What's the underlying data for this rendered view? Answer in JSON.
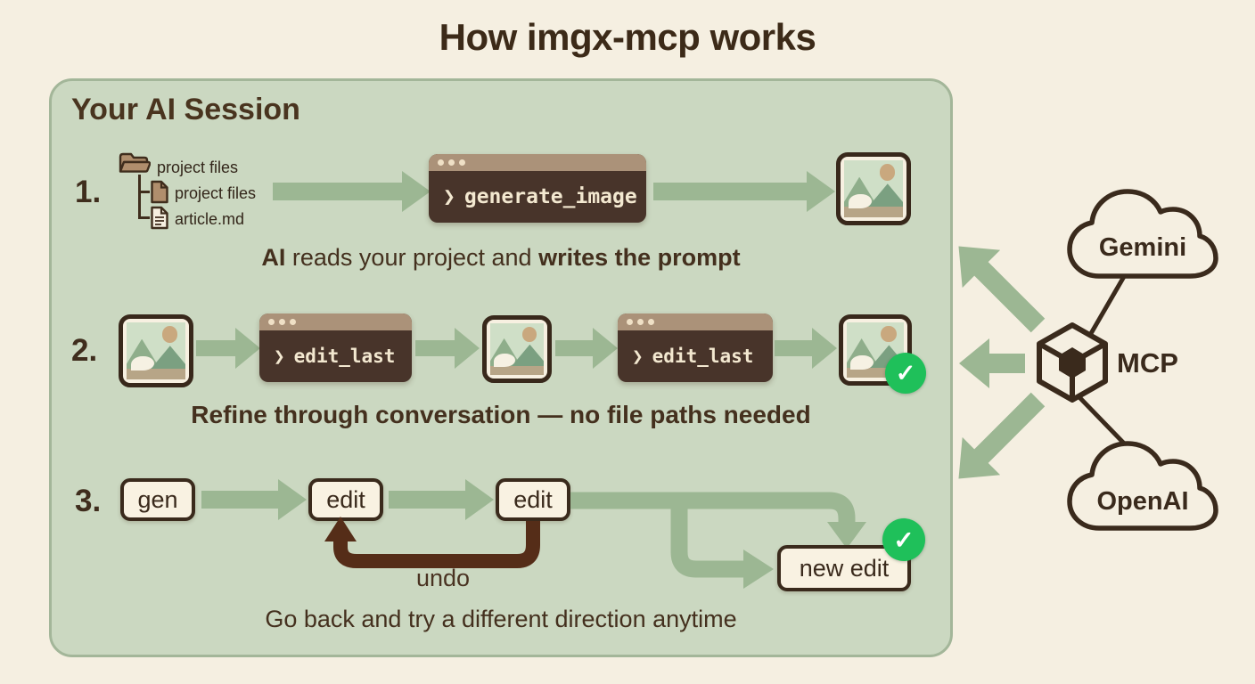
{
  "title": "How imgx-mcp works",
  "session": {
    "heading": "Your AI Session",
    "step1": {
      "number": "1.",
      "tree": {
        "folder": "project files",
        "file": "project files",
        "doc": "article.md"
      },
      "terminal": {
        "prompt": "❯",
        "command": "generate_image"
      },
      "caption_a": "AI",
      "caption_b": " reads your project and ",
      "caption_c": "writes the prompt"
    },
    "step2": {
      "number": "2.",
      "terminal1": {
        "prompt": "❯",
        "command": "edit_last"
      },
      "terminal2": {
        "prompt": "❯",
        "command": "edit_last"
      },
      "caption": "Refine through conversation — no file paths needed"
    },
    "step3": {
      "number": "3.",
      "node_gen": "gen",
      "node_edit1": "edit",
      "node_edit2": "edit",
      "node_new_edit": "new edit",
      "undo_label": "undo",
      "caption": "Go back and try a different direction anytime"
    }
  },
  "providers": {
    "gemini": "Gemini",
    "mcp": "MCP",
    "openai": "OpenAI"
  },
  "colors": {
    "background": "#f5efe1",
    "panel": "#cbd8c1",
    "panel_border": "#a3b699",
    "arrow_green": "#9cb793",
    "dark_brown": "#3f2d1d",
    "terminal_bg": "#48342a",
    "terminal_bar": "#ab9279",
    "undo_brown": "#552d18",
    "check_green": "#1fc05a"
  }
}
